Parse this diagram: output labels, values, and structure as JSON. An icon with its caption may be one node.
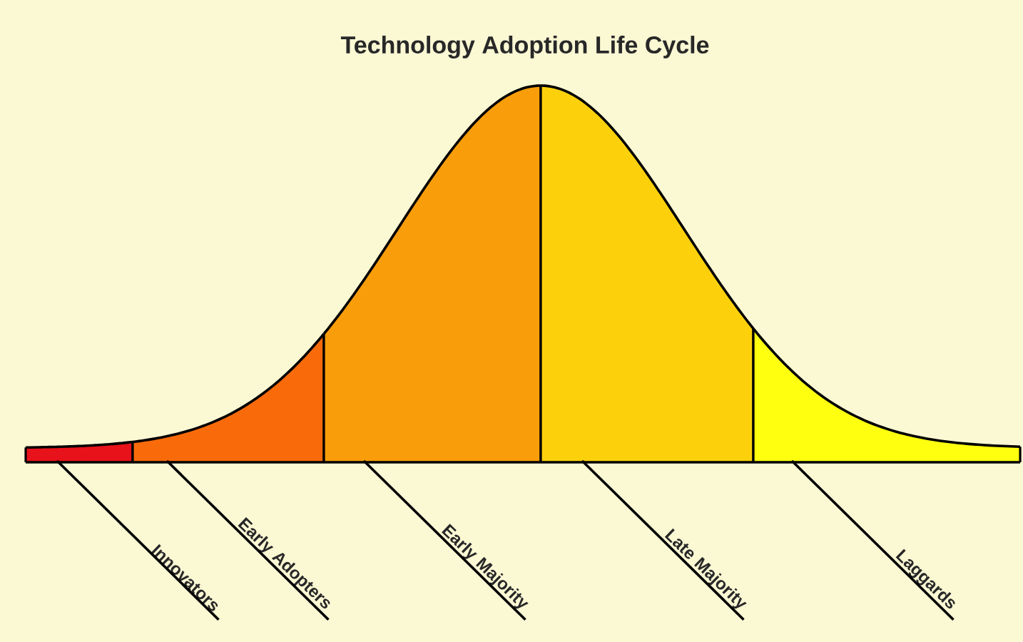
{
  "diagram": {
    "title": "Technology Adoption Life Cycle",
    "nodes": [
      {
        "text": [
          "Innovators"
        ]
      },
      {
        "text": [
          "Early Adopters"
        ]
      },
      {
        "text": [
          "Early Majority"
        ]
      },
      {
        "text": [
          "Late Majority"
        ]
      },
      {
        "text": [
          "Laggards"
        ]
      },
      {
        "text": [],
        "shape": "area"
      },
      {
        "text": [],
        "shape": "area"
      },
      {
        "text": [],
        "shape": "area"
      },
      {
        "text": [],
        "shape": "area"
      },
      {
        "text": [],
        "shape": "area"
      }
    ],
    "edges": [
      {
        "from": 0,
        "to": 5,
        "arrow": "none"
      },
      {
        "from": 1,
        "to": 6,
        "arrow": "none"
      },
      {
        "from": 2,
        "to": 7,
        "arrow": "none"
      },
      {
        "from": 3,
        "to": 8,
        "arrow": "none"
      },
      {
        "from": 4,
        "to": 9,
        "arrow": "none"
      }
    ]
  }
}
